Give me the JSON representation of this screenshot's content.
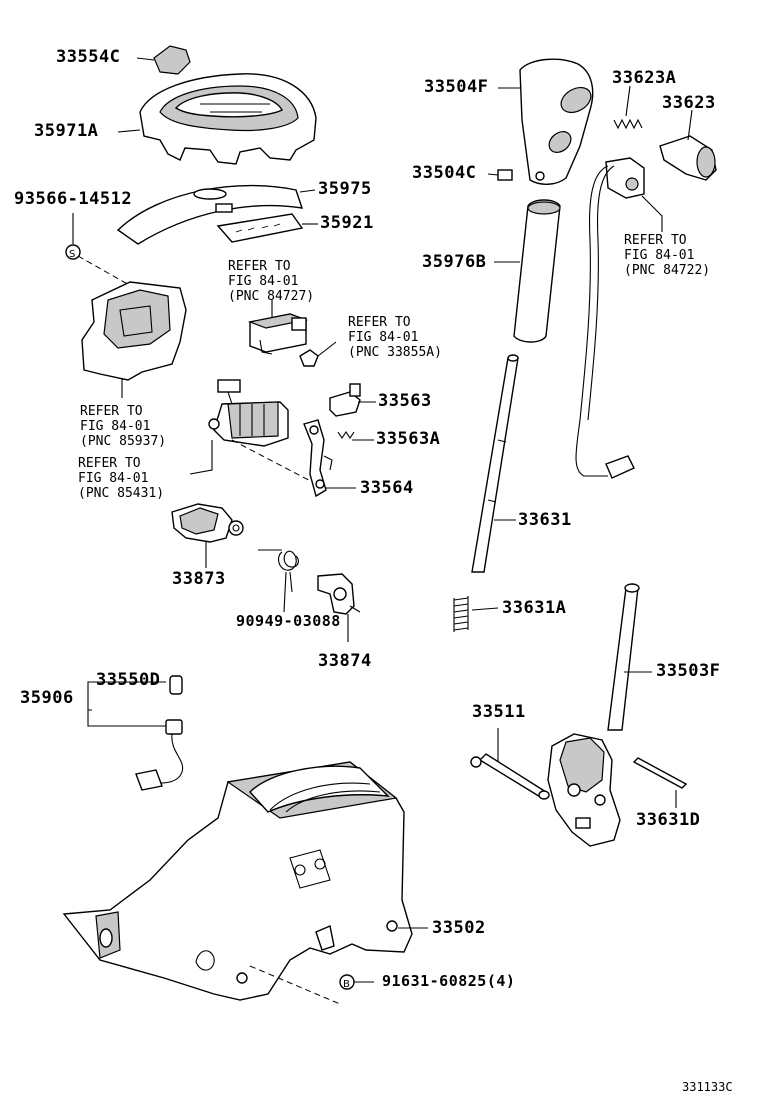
{
  "figure_id": "331133C",
  "part_labels": {
    "p33554C": "33554C",
    "p35971A": "35971A",
    "p93566": "93566-14512",
    "p35975": "35975",
    "p35921": "35921",
    "p33504F": "33504F",
    "p33623A": "33623A",
    "p33623": "33623",
    "p33504C": "33504C",
    "p35976B": "35976B",
    "p33563": "33563",
    "p33563A": "33563A",
    "p33564": "33564",
    "p33631": "33631",
    "p33873": "33873",
    "p90949": "90949-03088",
    "p33874": "33874",
    "p33631A": "33631A",
    "p33503F": "33503F",
    "p33550D": "33550D",
    "p35906": "35906",
    "p33511": "33511",
    "p33631D": "33631D",
    "p33502": "33502",
    "p91631": "91631-60825(4)"
  },
  "references": {
    "r84727": {
      "line1": "REFER TO",
      "line2": "FIG 84-01",
      "line3": "(PNC 84727)"
    },
    "r33855A": {
      "line1": "REFER TO",
      "line2": "FIG 84-01",
      "line3": "(PNC 33855A)"
    },
    "r84722": {
      "line1": "REFER TO",
      "line2": "FIG 84-01",
      "line3": "(PNC 84722)"
    },
    "r85937": {
      "line1": "REFER TO",
      "line2": "FIG 84-01",
      "line3": "(PNC 85937)"
    },
    "r85431": {
      "line1": "REFER TO",
      "line2": "FIG 84-01",
      "line3": "(PNC 85431)"
    }
  },
  "symbols": {
    "s_mark": "S",
    "b_mark": "B"
  }
}
